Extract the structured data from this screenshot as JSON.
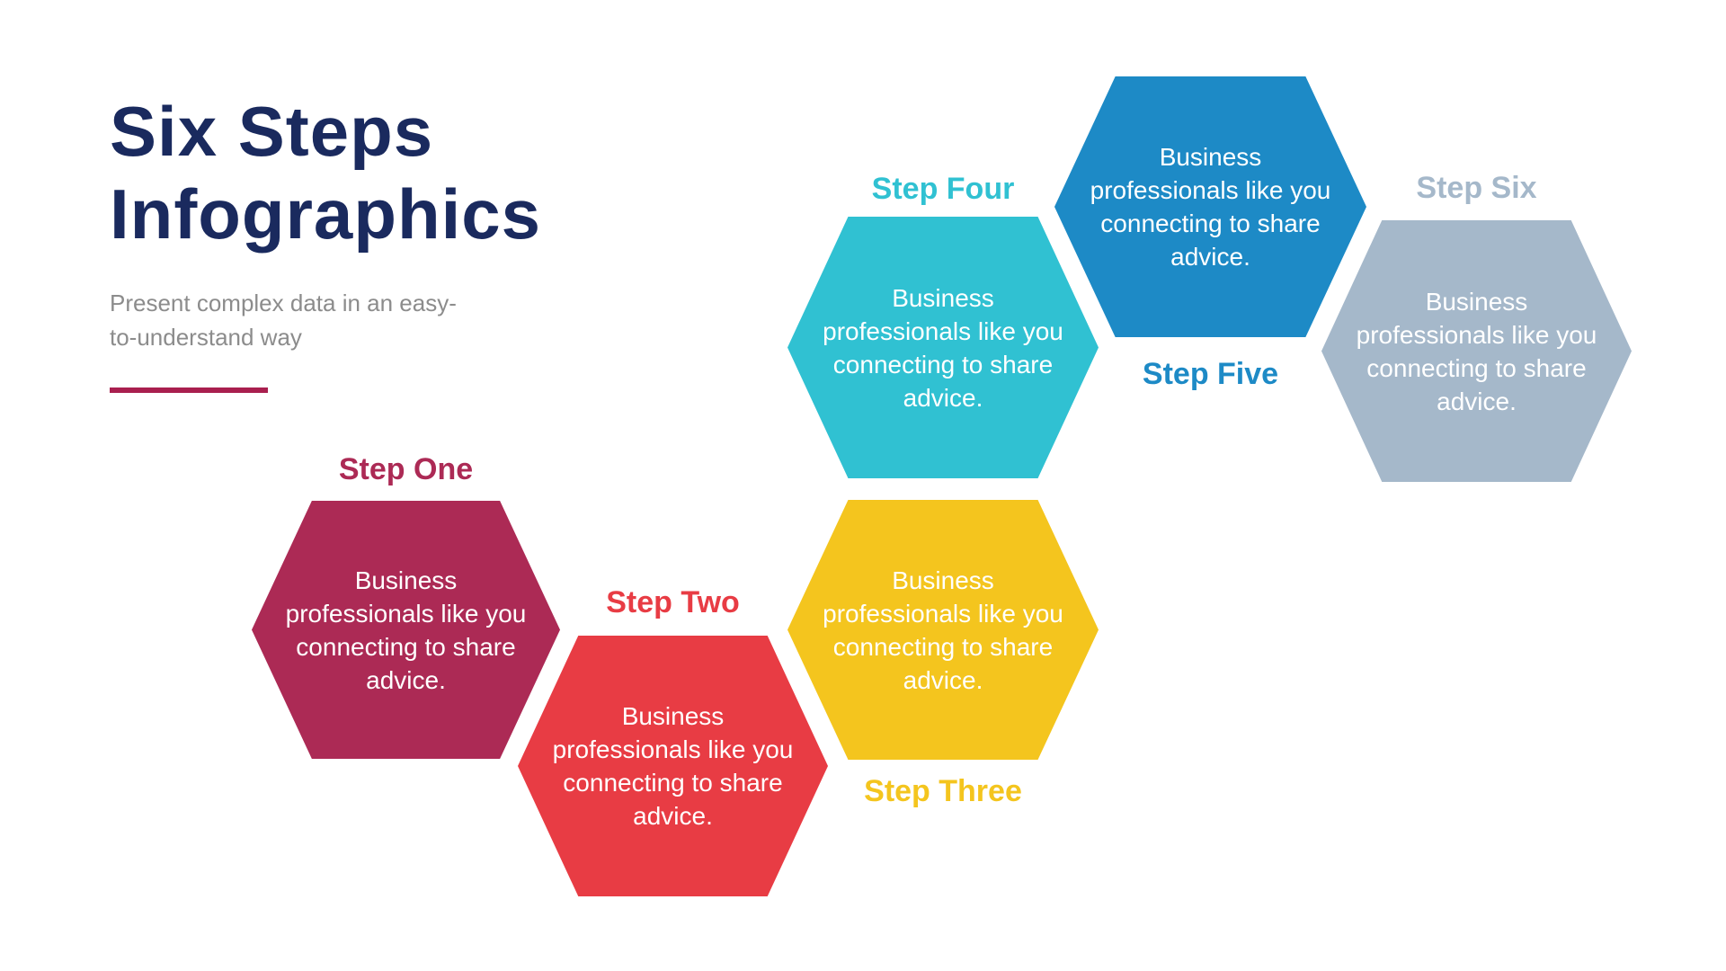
{
  "page": {
    "background": "#FFFFFF"
  },
  "header": {
    "title_lines": [
      "Six Steps",
      "Infographics"
    ],
    "title_color": "#1A2A5E",
    "subtitle_lines": [
      "Present complex data in an easy-",
      "to-understand way"
    ],
    "subtitle_color": "#8C8C8C",
    "divider_color": "#A91F4F"
  },
  "steps": [
    {
      "label": "Step One",
      "label_position": "above",
      "color": "#AC2A55",
      "text_color": "#FFFFFF",
      "body": "Business professionals like you connecting to share advice."
    },
    {
      "label": "Step Two",
      "label_position": "above",
      "color": "#E83C44",
      "text_color": "#FFFFFF",
      "body": "Business professionals like you connecting to share advice."
    },
    {
      "label": "Step Three",
      "label_position": "below",
      "color": "#F4C51E",
      "text_color": "#FFFFFF",
      "body": "Business professionals like you connecting to share advice."
    },
    {
      "label": "Step Four",
      "label_position": "above",
      "color": "#30C1D2",
      "text_color": "#FFFFFF",
      "body": "Business professionals like you connecting to share advice."
    },
    {
      "label": "Step Five",
      "label_position": "below",
      "color": "#1D8AC6",
      "text_color": "#FFFFFF",
      "body": "Business professionals like you connecting to share advice."
    },
    {
      "label": "Step Six",
      "label_position": "above",
      "color": "#A5B8CA",
      "text_color": "#FFFFFF",
      "body": "Business professionals like you connecting to share advice."
    }
  ]
}
